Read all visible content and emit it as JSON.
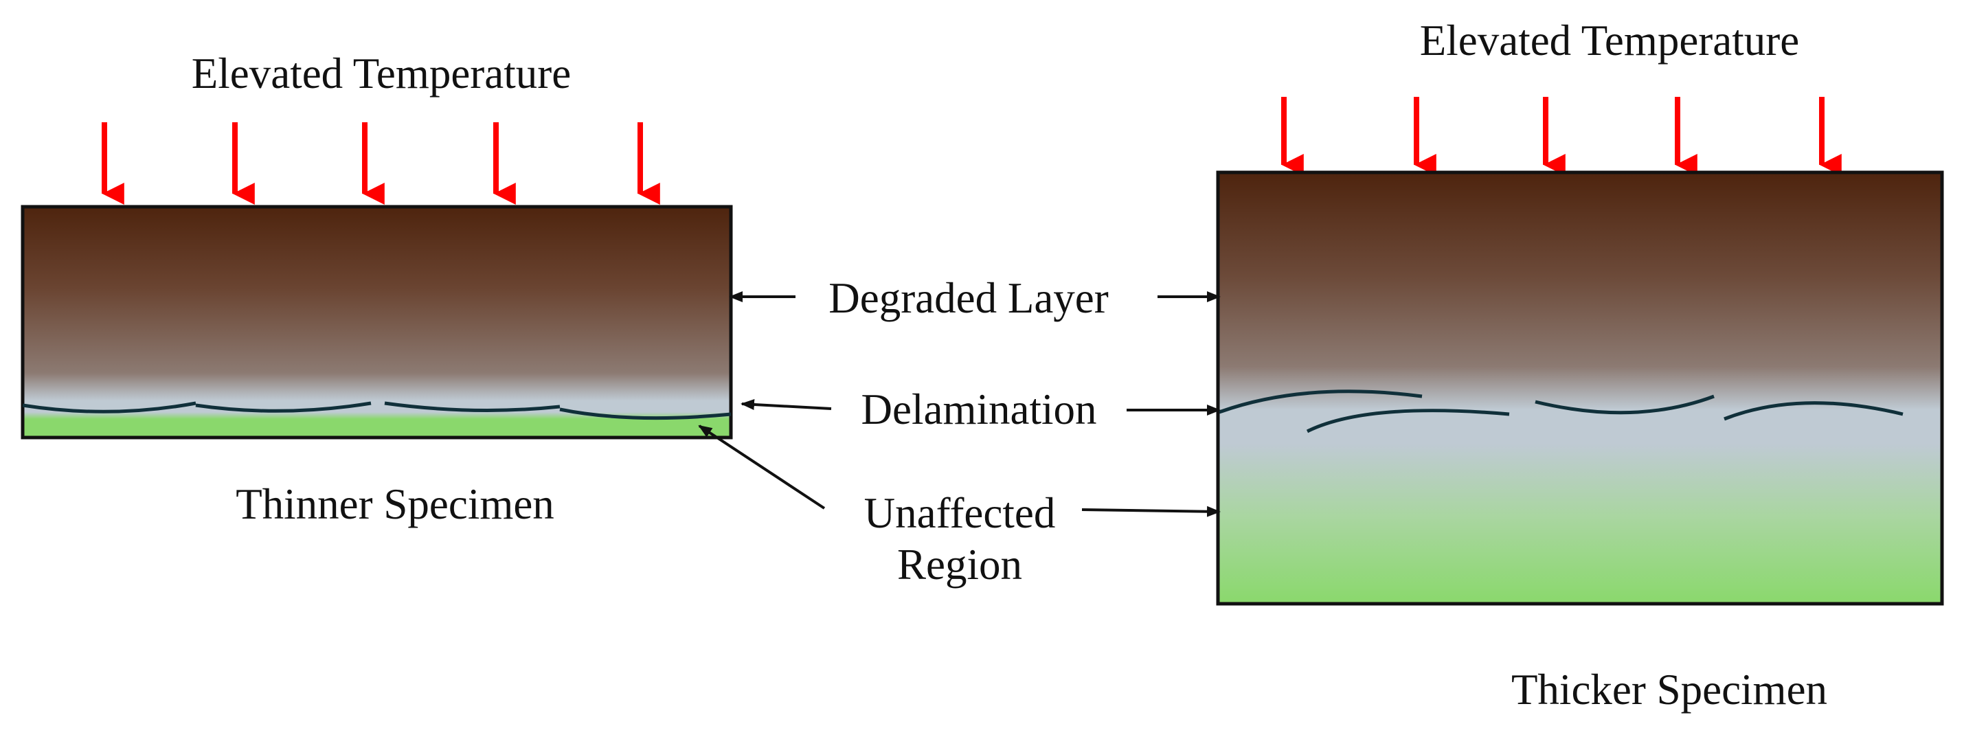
{
  "left_panel": {
    "heading": "Elevated Temperature",
    "caption": "Thinner Specimen"
  },
  "right_panel": {
    "heading": "Elevated Temperature",
    "caption": "Thicker Specimen"
  },
  "labels": {
    "degraded_layer": "Degraded Layer",
    "delamination": "Delamination",
    "unaffected_line1": "Unaffected",
    "unaffected_line2": "Region"
  },
  "colors": {
    "heat_arrow": "#ff0000",
    "degraded_top": "#4e240e",
    "degraded_mid": "#8a7369",
    "delamination_band": "#bfcad3",
    "unaffected": "#8ad86c",
    "crack_line": "#10303a"
  }
}
